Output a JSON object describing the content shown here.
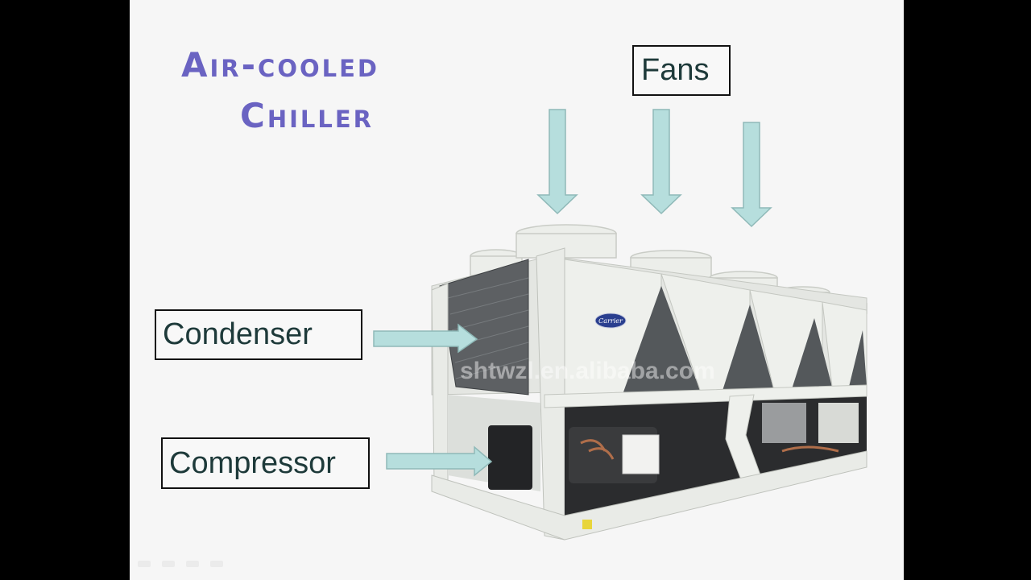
{
  "slide": {
    "title_line1": "Air-cooled",
    "title_line2": "Chiller",
    "title_color": "#6a63c2",
    "arrow_fill": "#b6dedd",
    "arrow_stroke": "#8fb9b8"
  },
  "labels": {
    "fans": "Fans",
    "condenser": "Condenser",
    "compressor": "Compressor"
  },
  "image": {
    "subject": "Carrier air-cooled chiller unit",
    "brand_badge": "Carrier",
    "watermark": "shtwzl.en.alibaba.com"
  },
  "nav_controls": [
    "prev-icon",
    "next-icon",
    "menu-icon",
    "pen-icon"
  ]
}
